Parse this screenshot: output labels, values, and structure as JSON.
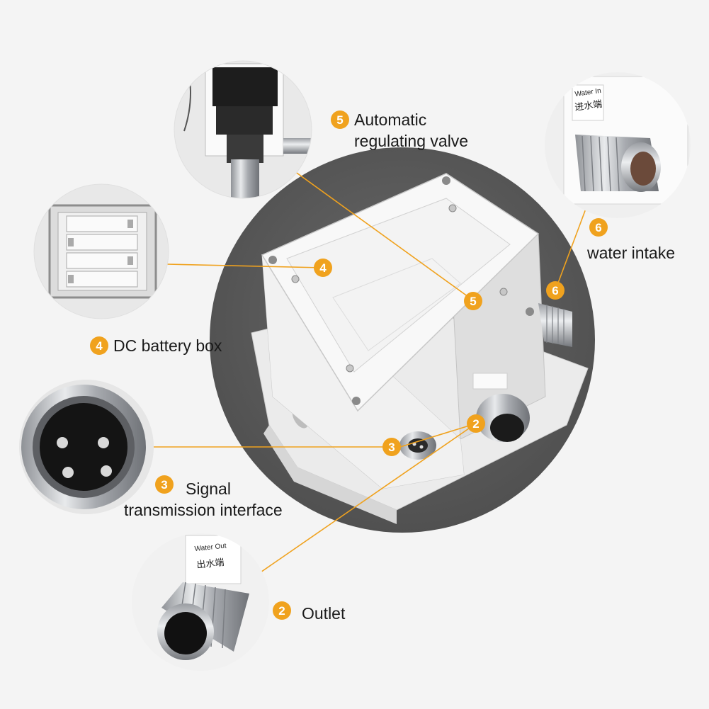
{
  "colors": {
    "badge": "#f0a21e",
    "leader_line": "#f0a21e",
    "dark_disc": "#5c5c5c",
    "device": "#f3f3f3",
    "metal": "#b9bcc0"
  },
  "callouts": [
    {
      "number": "5",
      "text_line1": "Automatic",
      "text_line2": "regulating valve"
    },
    {
      "number": "6",
      "text_line1": "water intake"
    },
    {
      "number": "4",
      "text_line1": "DC battery box"
    },
    {
      "number": "3",
      "text_line1": "Signal",
      "text_line2": "transmission interface"
    },
    {
      "number": "2",
      "text_line1": "Outlet"
    }
  ],
  "device_badges": [
    "4",
    "5",
    "6",
    "2",
    "3"
  ],
  "port_labels": {
    "water_in_en": "Water In",
    "water_in_cn": "进水端",
    "water_out_en": "Water Out",
    "water_out_cn": "出水端"
  }
}
